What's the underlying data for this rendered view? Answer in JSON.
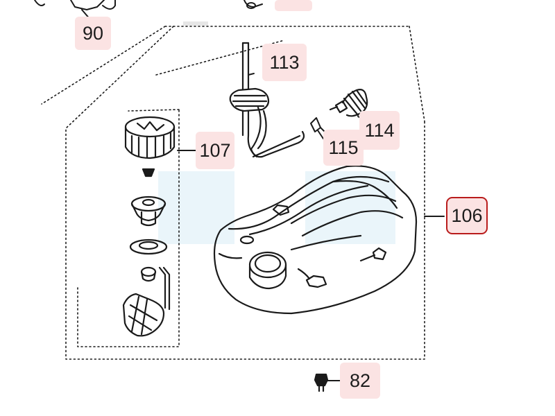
{
  "diagram": {
    "parts": [
      {
        "id": "90",
        "label": "90",
        "part": "top-left-clip"
      },
      {
        "id": "113",
        "label": "113",
        "part": "fuel-pipe-grommet"
      },
      {
        "id": "114",
        "label": "114",
        "part": "fuel-filter"
      },
      {
        "id": "115",
        "label": "115",
        "part": "small-clip"
      },
      {
        "id": "107",
        "label": "107",
        "part": "fuel-cap-assembly"
      },
      {
        "id": "106",
        "label": "106",
        "part": "fuel-tank",
        "selected": true
      },
      {
        "id": "82",
        "label": "82",
        "part": "bolt"
      }
    ],
    "colors": {
      "callout_bg": "#fbe3e3",
      "selected_border": "#b91c1c",
      "line": "#1a1a1a",
      "watermark": "#d8ecf6"
    }
  }
}
